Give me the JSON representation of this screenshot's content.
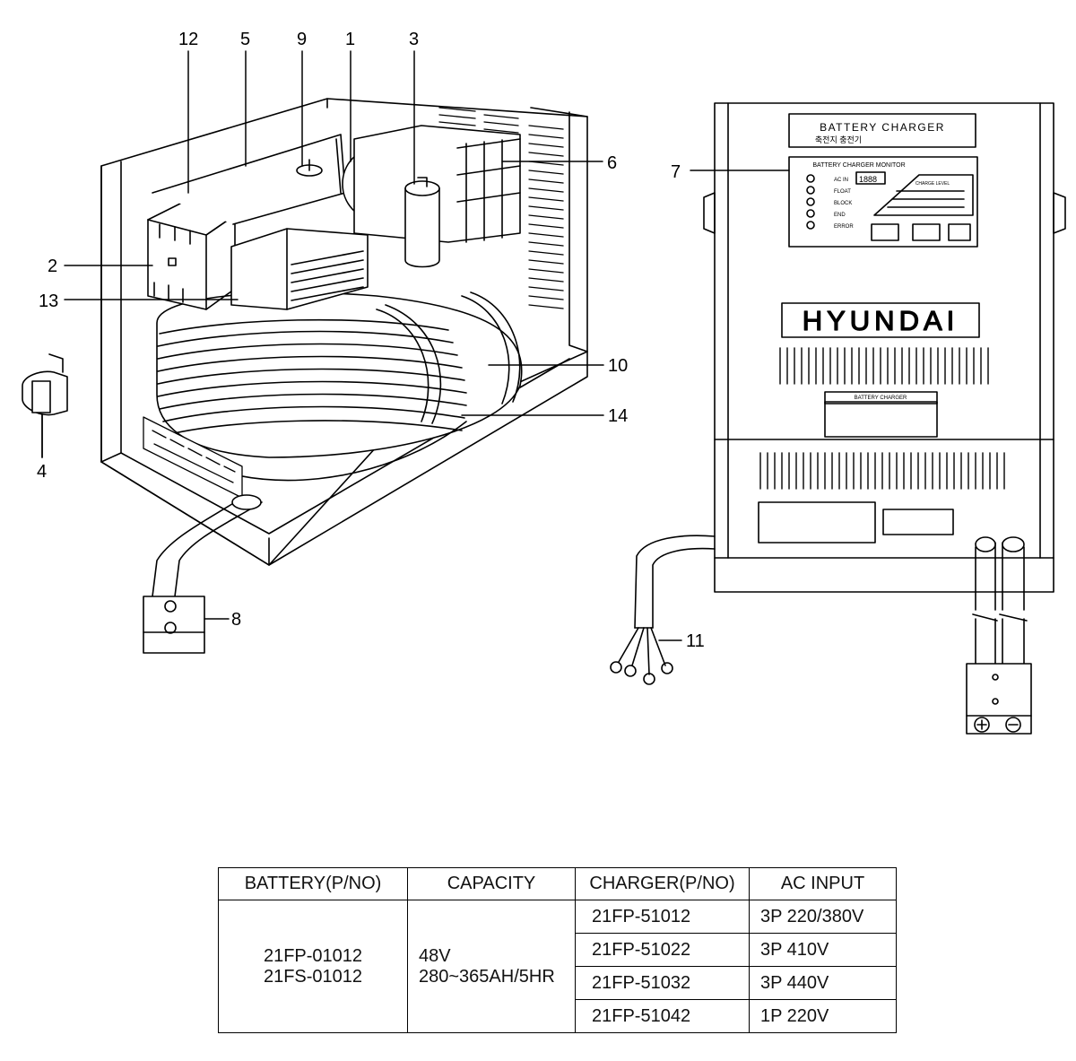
{
  "callouts": [
    {
      "id": "12",
      "label": "12"
    },
    {
      "id": "5",
      "label": "5"
    },
    {
      "id": "9",
      "label": "9"
    },
    {
      "id": "1",
      "label": "1"
    },
    {
      "id": "3",
      "label": "3"
    },
    {
      "id": "6",
      "label": "6"
    },
    {
      "id": "7",
      "label": "7"
    },
    {
      "id": "2",
      "label": "2"
    },
    {
      "id": "13",
      "label": "13"
    },
    {
      "id": "10",
      "label": "10"
    },
    {
      "id": "14",
      "label": "14"
    },
    {
      "id": "4",
      "label": "4"
    },
    {
      "id": "8",
      "label": "8"
    },
    {
      "id": "11",
      "label": "11"
    }
  ],
  "front_panel": {
    "title_plate": "BATTERY CHARGER",
    "title_plate_korean": "축전지 충전기",
    "monitor_title": "BATTERY CHARGER MONITOR",
    "monitor_indicators": [
      "AC IN",
      "FLOAT",
      "BLOCK",
      "END",
      "ERROR"
    ],
    "display_value": "1888",
    "level_label": "CHARGE LEVEL",
    "brand": "HYUNDAI",
    "nameplate_title": "BATTERY CHARGER"
  },
  "table": {
    "headers": [
      "BATTERY(P/NO)",
      "CAPACITY",
      "CHARGER(P/NO)",
      "AC INPUT"
    ],
    "battery_pn": [
      "21FP-01012",
      "21FS-01012"
    ],
    "capacity": [
      "48V",
      "280~365AH/5HR"
    ],
    "rows": [
      {
        "charger": "21FP-51012",
        "ac": "3P 220/380V"
      },
      {
        "charger": "21FP-51022",
        "ac": "3P 410V"
      },
      {
        "charger": "21FP-51032",
        "ac": "3P 440V"
      },
      {
        "charger": "21FP-51042",
        "ac": "1P 220V"
      }
    ]
  }
}
